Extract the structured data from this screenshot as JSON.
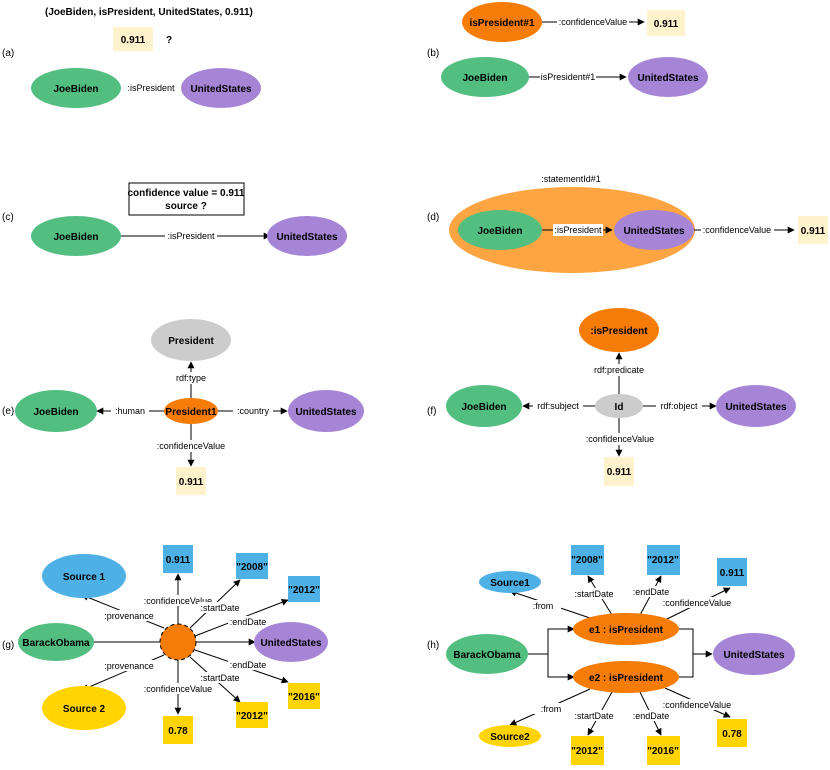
{
  "colors": {
    "green": "#52be80",
    "purple": "#a785d6",
    "orange": "#f57c07",
    "light_orange": "#fda542",
    "gray": "#cccccc",
    "blue": "#4eb1e6",
    "yellow": "#ffd400",
    "cream": "#fff2cc"
  },
  "panels": [
    "(a)",
    "(b)",
    "(c)",
    "(d)",
    "(e)",
    "(f)",
    "(g)",
    "(h)"
  ],
  "a": {
    "triple": "(JoeBiden, isPresident, UnitedStates, 0.911)",
    "value": "0.911",
    "question": "?",
    "subject": "JoeBiden",
    "predicate": ":isPresident",
    "object": "UnitedStates"
  },
  "b": {
    "statement": "isPresident#1",
    "conf_label": ":confidenceValue",
    "value": "0.911",
    "subject": "JoeBiden",
    "predicate": "isPresident#1",
    "object": "UnitedStates"
  },
  "c": {
    "note_line1": "confidence value = 0.911",
    "note_line2": "source ?",
    "subject": "JoeBiden",
    "predicate": ":isPresident",
    "object": "UnitedStates"
  },
  "d": {
    "statement_id": ":statementId#1",
    "subject": "JoeBiden",
    "predicate": ":isPresident",
    "object": "UnitedStates",
    "conf_label": ":confidenceValue",
    "value": "0.911"
  },
  "e": {
    "center": "President1",
    "type_node": "President",
    "type_label": "rdf:type",
    "subject": "JoeBiden",
    "human_label": ":human",
    "country_label": ":country",
    "object": "UnitedStates",
    "conf_label": ":confidenceValue",
    "value": "0.911"
  },
  "f": {
    "center": "Id",
    "predicate_node": ":isPresident",
    "predicate_label": "rdf:predicate",
    "subject": "JoeBiden",
    "subject_label": "rdf:subject",
    "object_label": "rdf:object",
    "object": "UnitedStates",
    "conf_label": ":confidenceValue",
    "value": "0.911"
  },
  "g": {
    "source1": "Source 1",
    "source2": "Source 2",
    "subject": "BarackObama",
    "object": "UnitedStates",
    "value1": "0.911",
    "value2": "0.78",
    "start1": "\"2008\"",
    "end1": "\"2012\"",
    "start2": "\"2012\"",
    "end2": "\"2016\"",
    "provenance": ":provenance",
    "confidence": ":confidenceValue",
    "start_label": ":startDate",
    "end_label": ":endDate"
  },
  "h": {
    "e1": "e1 : isPresident",
    "e2": "e2 : isPresident",
    "subject": "BarackObama",
    "object": "UnitedStates",
    "source1": "Source1",
    "source2": "Source2",
    "start1": "\"2008\"",
    "end1": "\"2012\"",
    "value1": "0.911",
    "start2": "\"2012\"",
    "end2": "\"2016\"",
    "value2": "0.78",
    "from": ":from",
    "start_label": ":startDate",
    "end_label": ":endDate",
    "confidence": ":confidenceValue"
  }
}
